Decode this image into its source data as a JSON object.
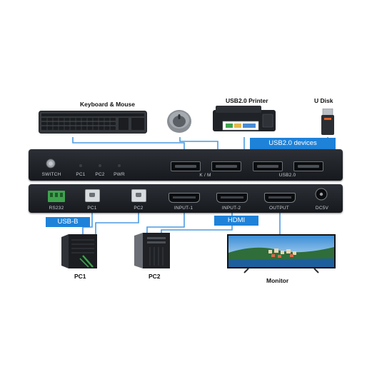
{
  "captions": {
    "keyboard_mouse": "Keyboard & Mouse",
    "printer": "USB2.0 Printer",
    "udisk": "U Disk",
    "pc1": "PC1",
    "pc2": "PC2",
    "monitor": "Monitor"
  },
  "badges": {
    "usb_devices": "USB2.0 devices",
    "usb_b": "USB-B",
    "hdmi": "HDMI"
  },
  "front_panel": {
    "switch": "SWITCH",
    "pc1": "PC1",
    "pc2": "PC2",
    "pwr": "PWR",
    "km": "K / M",
    "usb2": "USB2.0"
  },
  "rear_panel": {
    "rs232": "RS232",
    "pc1": "PC1",
    "pc2": "PC2",
    "input1": "INPUT-1",
    "input2": "INPUT-2",
    "output": "OUTPUT",
    "dc": "DC5V"
  },
  "colors": {
    "accent_blue": "#1e82d9",
    "cable": "#4d9be0",
    "panel": "#202328",
    "terminal_green": "#3fa34d"
  },
  "icons": [
    "keyboard-icon",
    "mouse-icon",
    "printer-icon",
    "usb-drive-icon",
    "pc-tower-icon",
    "monitor-icon"
  ]
}
